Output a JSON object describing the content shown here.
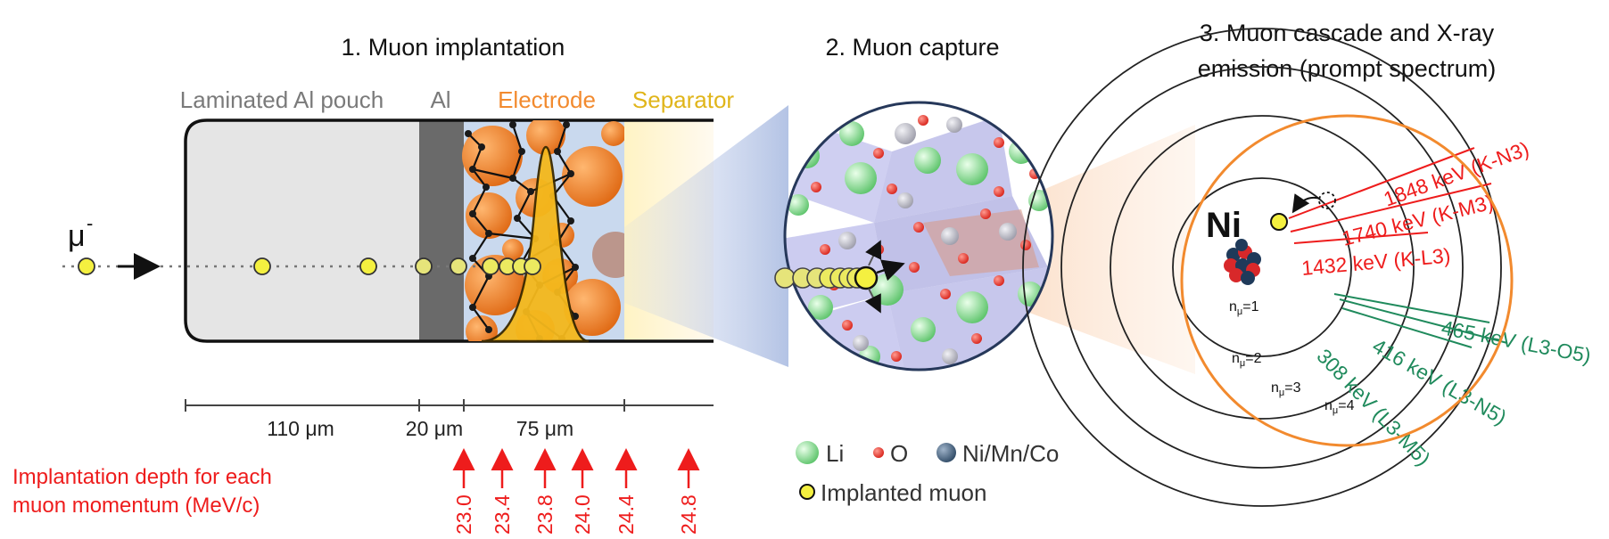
{
  "panels": {
    "implantation": {
      "title": "1. Muon implantation"
    },
    "capture": {
      "title": "2. Muon capture"
    },
    "cascade": {
      "title_line1": "3. Muon cascade and X-ray",
      "title_line2": "emission (prompt spectrum)"
    }
  },
  "layers": {
    "pouch": "Laminated Al pouch",
    "al": "Al",
    "electrode": "Electrode",
    "separator": "Separator"
  },
  "muon_symbol": "μ",
  "muon_charge": "-",
  "thickness": {
    "pouch": "110 μm",
    "al": "20 μm",
    "electrode": "75 μm"
  },
  "depth_caption": {
    "line1": "Implantation depth for each",
    "line2": "muon momentum (MeV/c)"
  },
  "momenta": [
    "23.0",
    "23.4",
    "23.8",
    "24.0",
    "24.4",
    "24.8"
  ],
  "legend": {
    "li": "Li",
    "o": "O",
    "tm": "Ni/Mn/Co",
    "muon": "Implanted muon"
  },
  "atom": {
    "element": "Ni",
    "levels": [
      "n",
      "n",
      "n",
      "n"
    ],
    "level_subscript": "μ",
    "level_values": [
      "=1",
      "=2",
      "=3",
      "=4"
    ]
  },
  "transitions": {
    "k_series": [
      "1848 keV (K-N3)",
      "1740 keV (K-M3)",
      "1432 keV (K-L3)"
    ],
    "l_series": [
      "465 keV (L3-O5)",
      "416 keV (L3-N5)",
      "308 keV (L3-M5)"
    ]
  },
  "colors": {
    "red": "#ee1c1c",
    "green": "#1f8a5c",
    "orange": "#f28a2e",
    "separator": "#e0b51a",
    "gray_text": "#7a7a7a",
    "muon_fill": "#f4f040"
  }
}
